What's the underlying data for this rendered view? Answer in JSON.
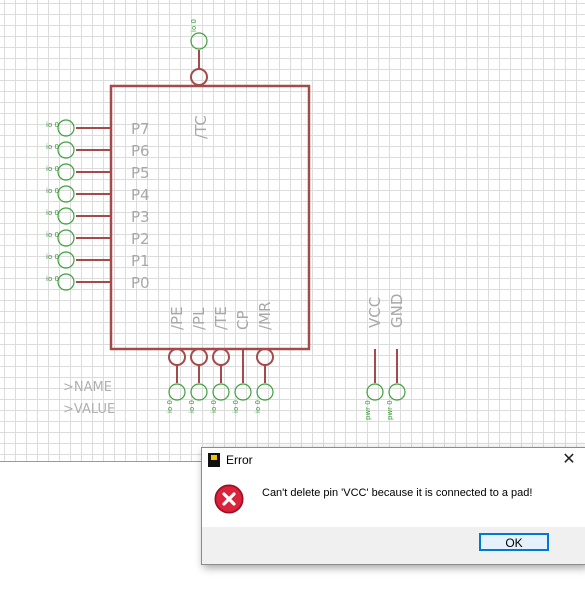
{
  "schematic": {
    "left_pins": [
      "P7",
      "P6",
      "P5",
      "P4",
      "P3",
      "P2",
      "P1",
      "P0"
    ],
    "bottom_pins": [
      "/PE",
      "/PL",
      "/TE",
      "CP",
      "/MR"
    ],
    "top_pin": "/TC",
    "power_pins": [
      "VCC",
      "GND"
    ],
    "pad_label_io": "io 0",
    "pad_label_pwr": "pwr 0",
    "attr_name": ">NAME",
    "attr_value": ">VALUE",
    "colors": {
      "body": "#a54a4a",
      "pad": "#3ca23c",
      "label": "#a8a8a8",
      "grid": "#dcdcdc"
    }
  },
  "dialog": {
    "title": "Error",
    "close_glyph": "✕",
    "message": "Can't delete pin 'VCC' because it is connected to a pad!",
    "ok_label": "OK",
    "icon": "error-icon"
  }
}
